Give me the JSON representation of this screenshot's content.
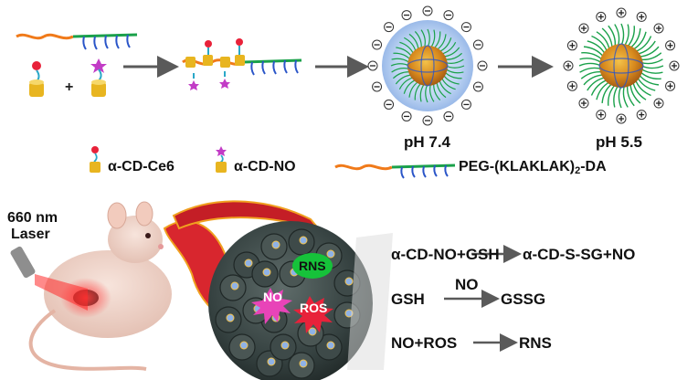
{
  "states": {
    "neutral_label": "pH 7.4",
    "acidic_label": "pH 5.5"
  },
  "legend": {
    "ce6": "α-CD-Ce6",
    "no": "α-CD-NO",
    "polymer": "PEG-(KLAKLAK)",
    "polymer_sub": "2",
    "polymer_suffix": "-DA"
  },
  "assembly": {
    "plus_sign": "+"
  },
  "laser": {
    "wavelength": "660 nm",
    "word": "Laser"
  },
  "tumor": {
    "rns": "RNS",
    "no": "NO",
    "ros": "ROS"
  },
  "reactions": [
    {
      "left": "α-CD-NO+GSH",
      "over_arrow": "",
      "right": "α-CD-S-SG+NO"
    },
    {
      "left": "GSH",
      "over_arrow": "NO",
      "right": "GSSG"
    },
    {
      "left": "NO+ROS",
      "over_arrow": "",
      "right": "RNS"
    }
  ],
  "colors": {
    "peg_orange": "#f07a1a",
    "klak_green": "#1aa14a",
    "da_blue": "#2a55c8",
    "cd_yellow": "#e8b520",
    "ce6_red": "#e8223a",
    "no_purple": "#c23cc6",
    "shell_blue": "#a9c8ef",
    "vessel_red": "#d8262e",
    "tumor_dark": "#34403f",
    "arrow_gray": "#5a5a5a"
  }
}
